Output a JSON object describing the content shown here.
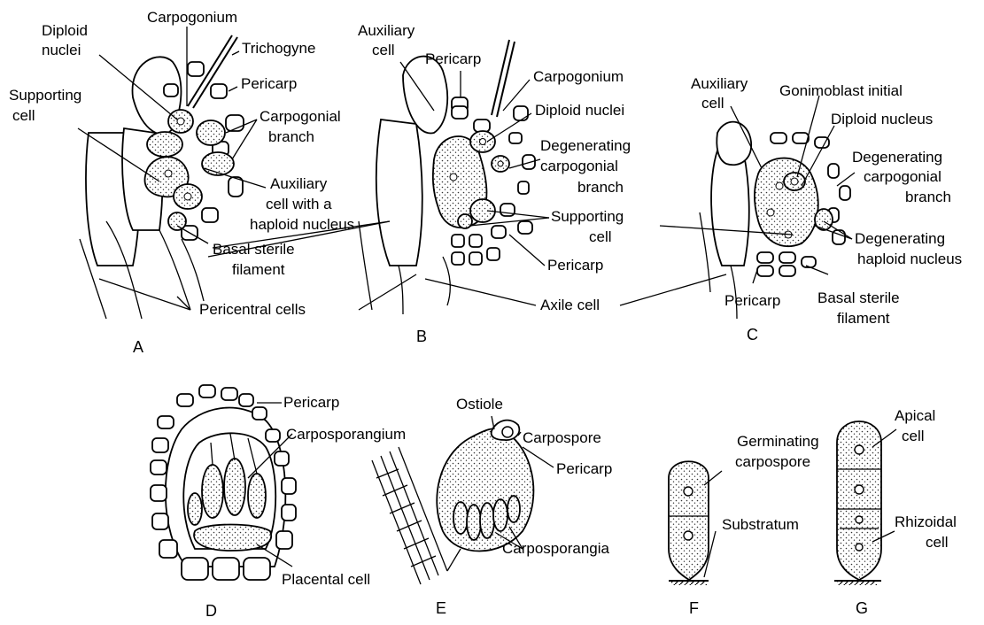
{
  "panels": {
    "A": {
      "letter": "A",
      "labels": {
        "carpogonium": "Carpogonium",
        "diploid_nuclei_1": "Diploid",
        "diploid_nuclei_2": "nuclei",
        "trichogyne": "Trichogyne",
        "supporting_cell_1": "Supporting",
        "supporting_cell_2": "cell",
        "pericarp": "Pericarp",
        "carpogonial_branch_1": "Carpogonial",
        "carpogonial_branch_2": "branch",
        "auxiliary_cell_1": "Auxiliary",
        "auxiliary_cell_2": "cell with a",
        "auxiliary_cell_3": "haploid nucleus",
        "basal_sterile_1": "Basal sterile",
        "basal_sterile_2": "filament",
        "pericentral_cells": "Pericentral cells"
      }
    },
    "B": {
      "letter": "B",
      "labels": {
        "auxiliary_cell_1": "Auxiliary",
        "auxiliary_cell_2": "cell",
        "pericarp_top": "Pericarp",
        "carpogonium": "Carpogonium",
        "diploid_nuclei": "Diploid nuclei",
        "degenerating_1": "Degenerating",
        "degenerating_2": "carpogonial",
        "degenerating_3": "branch",
        "supporting_cell_1": "Supporting",
        "supporting_cell_2": "cell",
        "pericarp_bottom": "Pericarp",
        "axile_cell": "Axile cell"
      }
    },
    "C": {
      "letter": "C",
      "labels": {
        "auxiliary_cell_1": "Auxiliary",
        "auxiliary_cell_2": "cell",
        "gonimoblast_initial": "Gonimoblast initial",
        "diploid_nucleus": "Diploid nucleus",
        "degenerating_1": "Degenerating",
        "degenerating_2": "carpogonial",
        "degenerating_3": "branch",
        "degenerating_haploid_1": "Degenerating",
        "degenerating_haploid_2": "haploid nucleus",
        "pericarp": "Pericarp",
        "basal_sterile_1": "Basal sterile",
        "basal_sterile_2": "filament"
      }
    },
    "D": {
      "letter": "D",
      "labels": {
        "pericarp": "Pericarp",
        "carposporangium": "Carposporangium",
        "placental_cell": "Placental cell"
      }
    },
    "E": {
      "letter": "E",
      "labels": {
        "ostiole": "Ostiole",
        "carpospore": "Carpospore",
        "pericarp": "Pericarp",
        "carposporangia": "Carposporangia"
      }
    },
    "F": {
      "letter": "F",
      "labels": {
        "germinating_1": "Germinating",
        "germinating_2": "carpospore",
        "substratum": "Substratum"
      }
    },
    "G": {
      "letter": "G",
      "labels": {
        "apical_1": "Apical",
        "apical_2": "cell",
        "rhizoidal_1": "Rhizoidal",
        "rhizoidal_2": "cell"
      }
    }
  }
}
